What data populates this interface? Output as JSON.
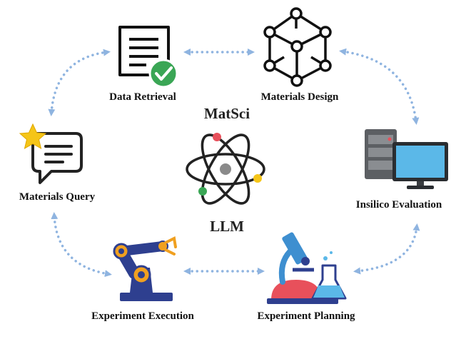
{
  "center": {
    "top_label": "MatSci",
    "bottom_label": "LLM"
  },
  "nodes": [
    {
      "id": "data-retrieval",
      "label": "Data Retrieval",
      "icon": "document-check-icon"
    },
    {
      "id": "materials-design",
      "label": "Materials Design",
      "icon": "cube-graph-icon"
    },
    {
      "id": "insilico-evaluation",
      "label": "Insilico Evaluation",
      "icon": "computer-server-icon"
    },
    {
      "id": "experiment-planning",
      "label": "Experiment Planning",
      "icon": "microscope-flask-icon"
    },
    {
      "id": "experiment-execution",
      "label": "Experiment Execution",
      "icon": "robot-arm-icon"
    },
    {
      "id": "materials-query",
      "label": "Materials Query",
      "icon": "chat-star-icon"
    }
  ],
  "colors": {
    "arrow": "#8fb4e0",
    "check": "#3aa655",
    "accent_yellow": "#f5c518",
    "monitor": "#5bb8e8",
    "robot_blue": "#2e3f8f",
    "robot_orange": "#f0a020",
    "lab_red": "#e8505b"
  }
}
